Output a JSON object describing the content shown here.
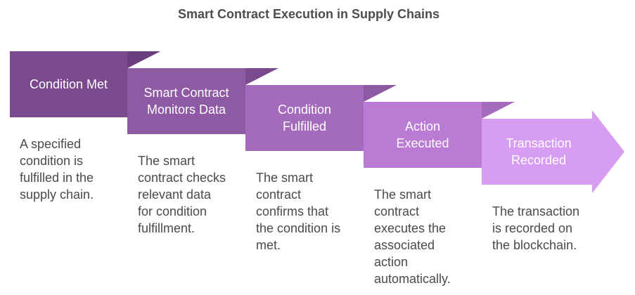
{
  "title": "Smart Contract Execution in Supply Chains",
  "steps": [
    {
      "label": "Condition Met",
      "description": "A specified\ncondition is\nfulfilled in the\nsupply chain.",
      "color": "#7b4a8e"
    },
    {
      "label": "Smart Contract\nMonitors Data",
      "description": "The smart\ncontract checks\nrelevant data\nfor condition\nfulfillment.",
      "color": "#8f5aa4"
    },
    {
      "label": "Condition\nFulfilled",
      "description": "The smart\ncontract\nconfirms that\nthe condition is\nmet.",
      "color": "#a46abc"
    },
    {
      "label": "Action\nExecuted",
      "description": "The smart\ncontract\nexecutes the\nassociated\naction\nautomatically.",
      "color": "#b97bd3"
    },
    {
      "label": "Transaction\nRecorded",
      "description": "The transaction\nis recorded on\nthe blockchain.",
      "color": "#d79df2"
    }
  ]
}
